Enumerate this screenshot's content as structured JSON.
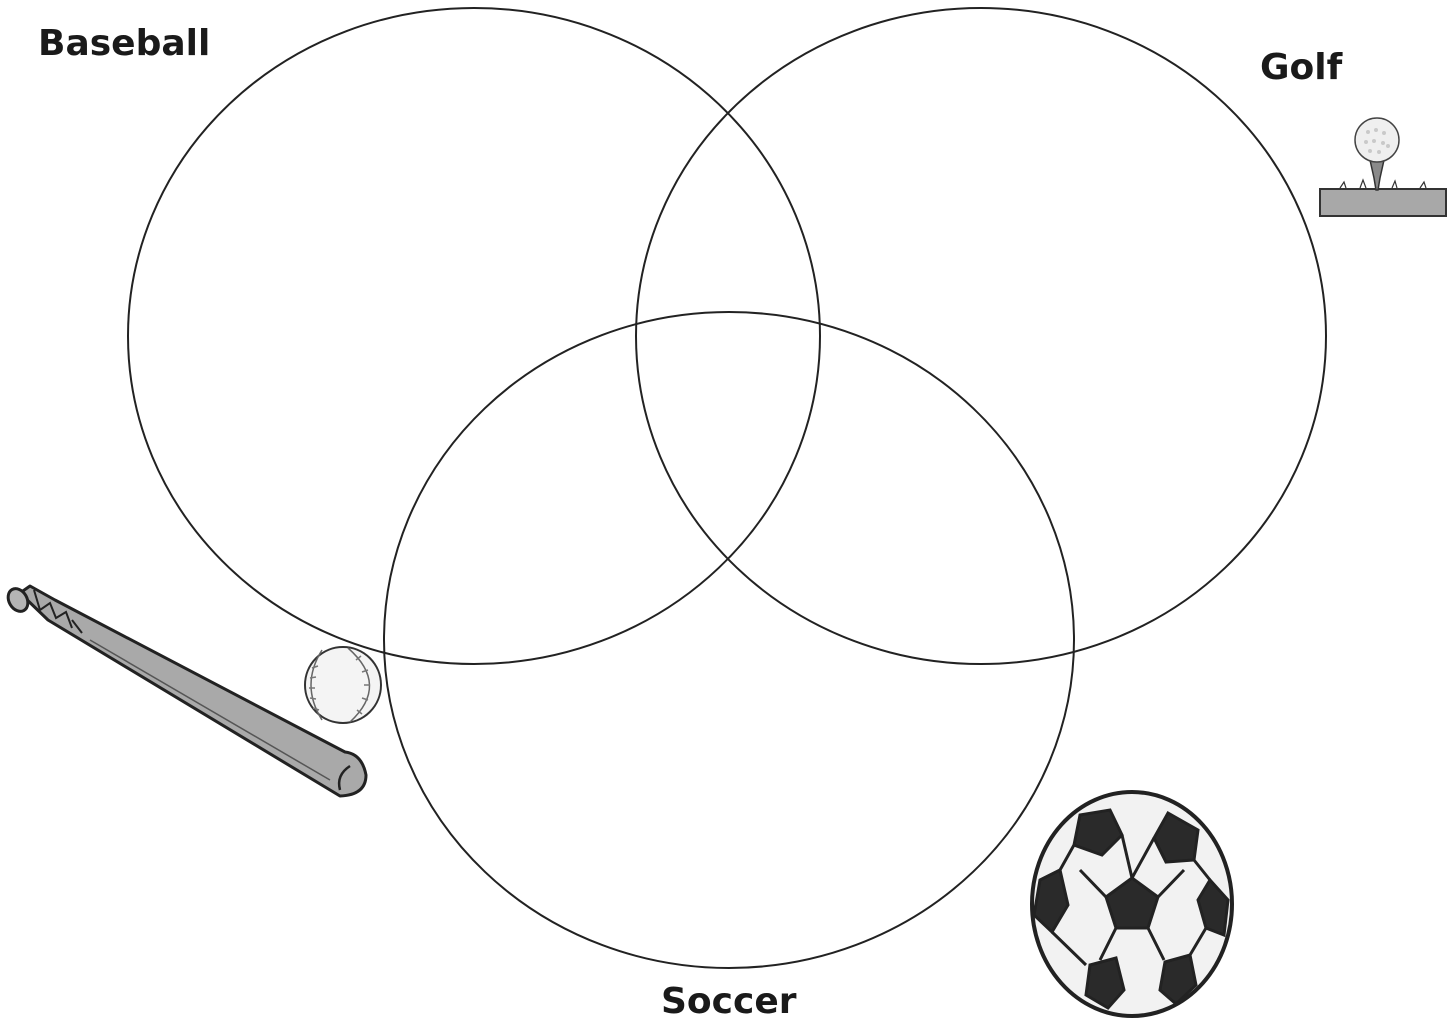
{
  "diagram": {
    "type": "venn",
    "sets": [
      {
        "id": "baseball",
        "label": "Baseball",
        "icon": "baseball-bat-and-ball-icon"
      },
      {
        "id": "golf",
        "label": "Golf",
        "icon": "golf-ball-on-tee-icon"
      },
      {
        "id": "soccer",
        "label": "Soccer",
        "icon": "soccer-ball-icon"
      }
    ]
  },
  "colors": {
    "outline": "#222222",
    "background": "#ffffff",
    "bat_fill": "#a9a9a9",
    "ground_fill": "#a8a8a8",
    "soccer_patch": "#2a2a2a"
  }
}
